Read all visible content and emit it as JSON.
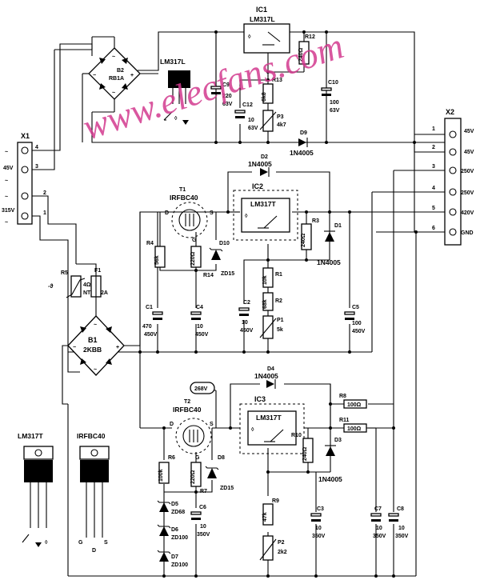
{
  "watermark": "www.elecfans.com",
  "ic1": {
    "ref": "IC1",
    "part": "LM317L"
  },
  "ic2": {
    "ref": "IC2",
    "part": "LM317T"
  },
  "ic3": {
    "ref": "IC3",
    "part": "LM317T"
  },
  "pkg_lm317l": "LM317L",
  "pkg_lm317t": "LM317T",
  "pkg_irfbc40": "IRFBC40",
  "pkg_pins": {
    "g": "G",
    "d": "D",
    "s": "S"
  },
  "b2": {
    "ref": "B2",
    "part": "RB1A"
  },
  "b1": {
    "ref": "B1",
    "part": "2KBB"
  },
  "t1": {
    "ref": "T1",
    "part": "IRFBC40",
    "d": "D",
    "g": "G",
    "s": "S"
  },
  "t2": {
    "ref": "T2",
    "part": "IRFBC40",
    "d": "D",
    "g": "G",
    "s": "S"
  },
  "x1": {
    "ref": "X1",
    "pins": [
      "4",
      "3",
      "2",
      "1"
    ],
    "v45": "45V",
    "v315": "315V",
    "tilde": "~"
  },
  "x2": {
    "ref": "X2",
    "pins": [
      "1",
      "2",
      "3",
      "4",
      "5",
      "6"
    ],
    "labels": [
      "45V",
      "45V",
      "250V",
      "250V",
      "420V",
      "GND"
    ]
  },
  "r12": {
    "ref": "R12",
    "val": "240Ω"
  },
  "r13": {
    "ref": "R13",
    "val": "6k8"
  },
  "p3": {
    "ref": "P3",
    "val": "4k7"
  },
  "c9": {
    "ref": "C9",
    "val": [
      "220",
      "63V"
    ]
  },
  "c12": {
    "ref": "C12",
    "val": [
      "10",
      "63V"
    ]
  },
  "c10": {
    "ref": "C10",
    "val": [
      "100",
      "63V"
    ]
  },
  "d9": {
    "ref": "D9",
    "val": "1N4005"
  },
  "d2": {
    "ref": "D2",
    "val": "1N4005"
  },
  "d1": {
    "ref": "D1",
    "val": "1N4005"
  },
  "d4": {
    "ref": "D4",
    "val": "1N4005"
  },
  "d3": {
    "ref": "D3",
    "val": "1N4005"
  },
  "r4": {
    "ref": "R4",
    "val": "56k"
  },
  "r14": {
    "ref": "R14",
    "val": "220Ω"
  },
  "d10": {
    "ref": "D10",
    "val": "ZD15"
  },
  "r3": {
    "ref": "R3",
    "val": "240Ω"
  },
  "r1": {
    "ref": "R1",
    "val": "10k"
  },
  "r2": {
    "ref": "R2",
    "val": "68k"
  },
  "p1": {
    "ref": "P1",
    "val": "5k"
  },
  "c1": {
    "ref": "C1",
    "val": [
      "470",
      "450V"
    ]
  },
  "c4": {
    "ref": "C4",
    "val": [
      "10",
      "450V"
    ]
  },
  "c2": {
    "ref": "C2",
    "val": [
      "10",
      "450V"
    ]
  },
  "c5": {
    "ref": "C5",
    "val": [
      "100",
      "450V"
    ]
  },
  "r5": {
    "ref": "R5",
    "val": [
      "4Ω7",
      "NTC"
    ],
    "theta": "-ϑ"
  },
  "f1": {
    "ref": "F1",
    "val": "2A"
  },
  "v268": "268V",
  "r8": {
    "ref": "R8",
    "val": "100Ω"
  },
  "r11": {
    "ref": "R11",
    "val": "100Ω"
  },
  "r10": {
    "ref": "R10",
    "val": "240Ω"
  },
  "r6": {
    "ref": "R6",
    "val": "100k"
  },
  "r7": {
    "ref": "R7",
    "val": "220Ω"
  },
  "d8": {
    "ref": "D8",
    "val": "ZD15"
  },
  "d5": {
    "ref": "D5",
    "val": "ZD68"
  },
  "d6": {
    "ref": "D6",
    "val": "ZD100"
  },
  "d7": {
    "ref": "D7",
    "val": "ZD100"
  },
  "c6": {
    "ref": "C6",
    "val": [
      "10",
      "350V"
    ]
  },
  "r9": {
    "ref": "R9",
    "val": "47k"
  },
  "p2": {
    "ref": "P2",
    "val": "2k2"
  },
  "c3": {
    "ref": "C3",
    "val": [
      "10",
      "350V"
    ]
  },
  "c7": {
    "ref": "C7",
    "val": [
      "10",
      "350V"
    ]
  },
  "c8": {
    "ref": "C8",
    "val": [
      "10",
      "350V"
    ]
  }
}
